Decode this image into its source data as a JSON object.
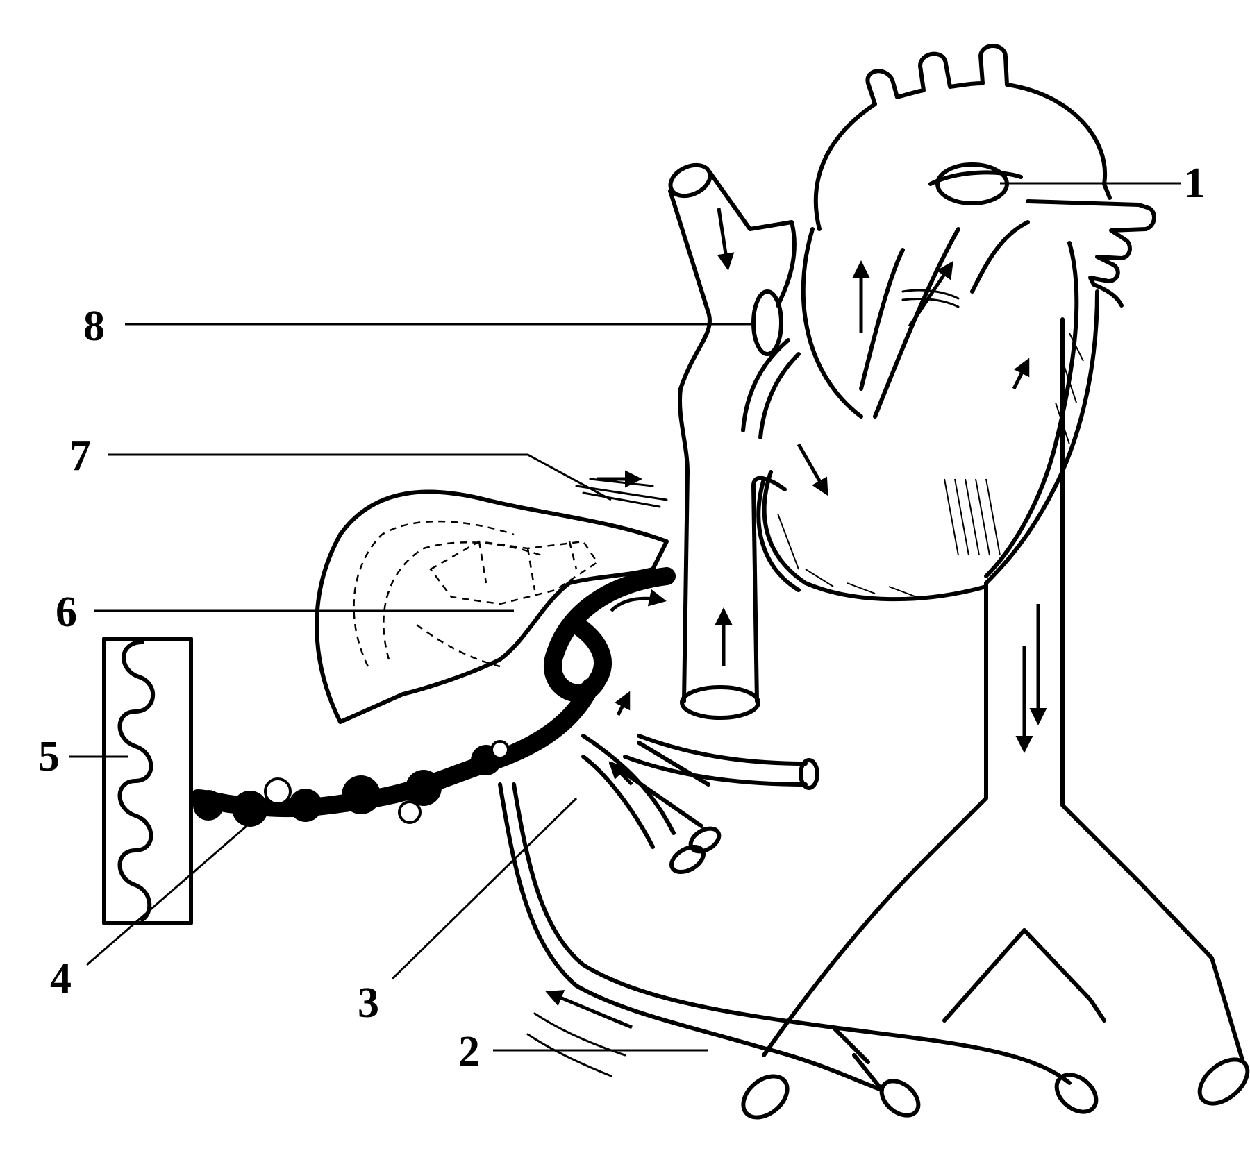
{
  "labels": [
    {
      "id": "1",
      "text": "1"
    },
    {
      "id": "2",
      "text": "2"
    },
    {
      "id": "3",
      "text": "3"
    },
    {
      "id": "4",
      "text": "4"
    },
    {
      "id": "5",
      "text": "5"
    },
    {
      "id": "6",
      "text": "6"
    },
    {
      "id": "7",
      "text": "7"
    },
    {
      "id": "8",
      "text": "8"
    }
  ]
}
